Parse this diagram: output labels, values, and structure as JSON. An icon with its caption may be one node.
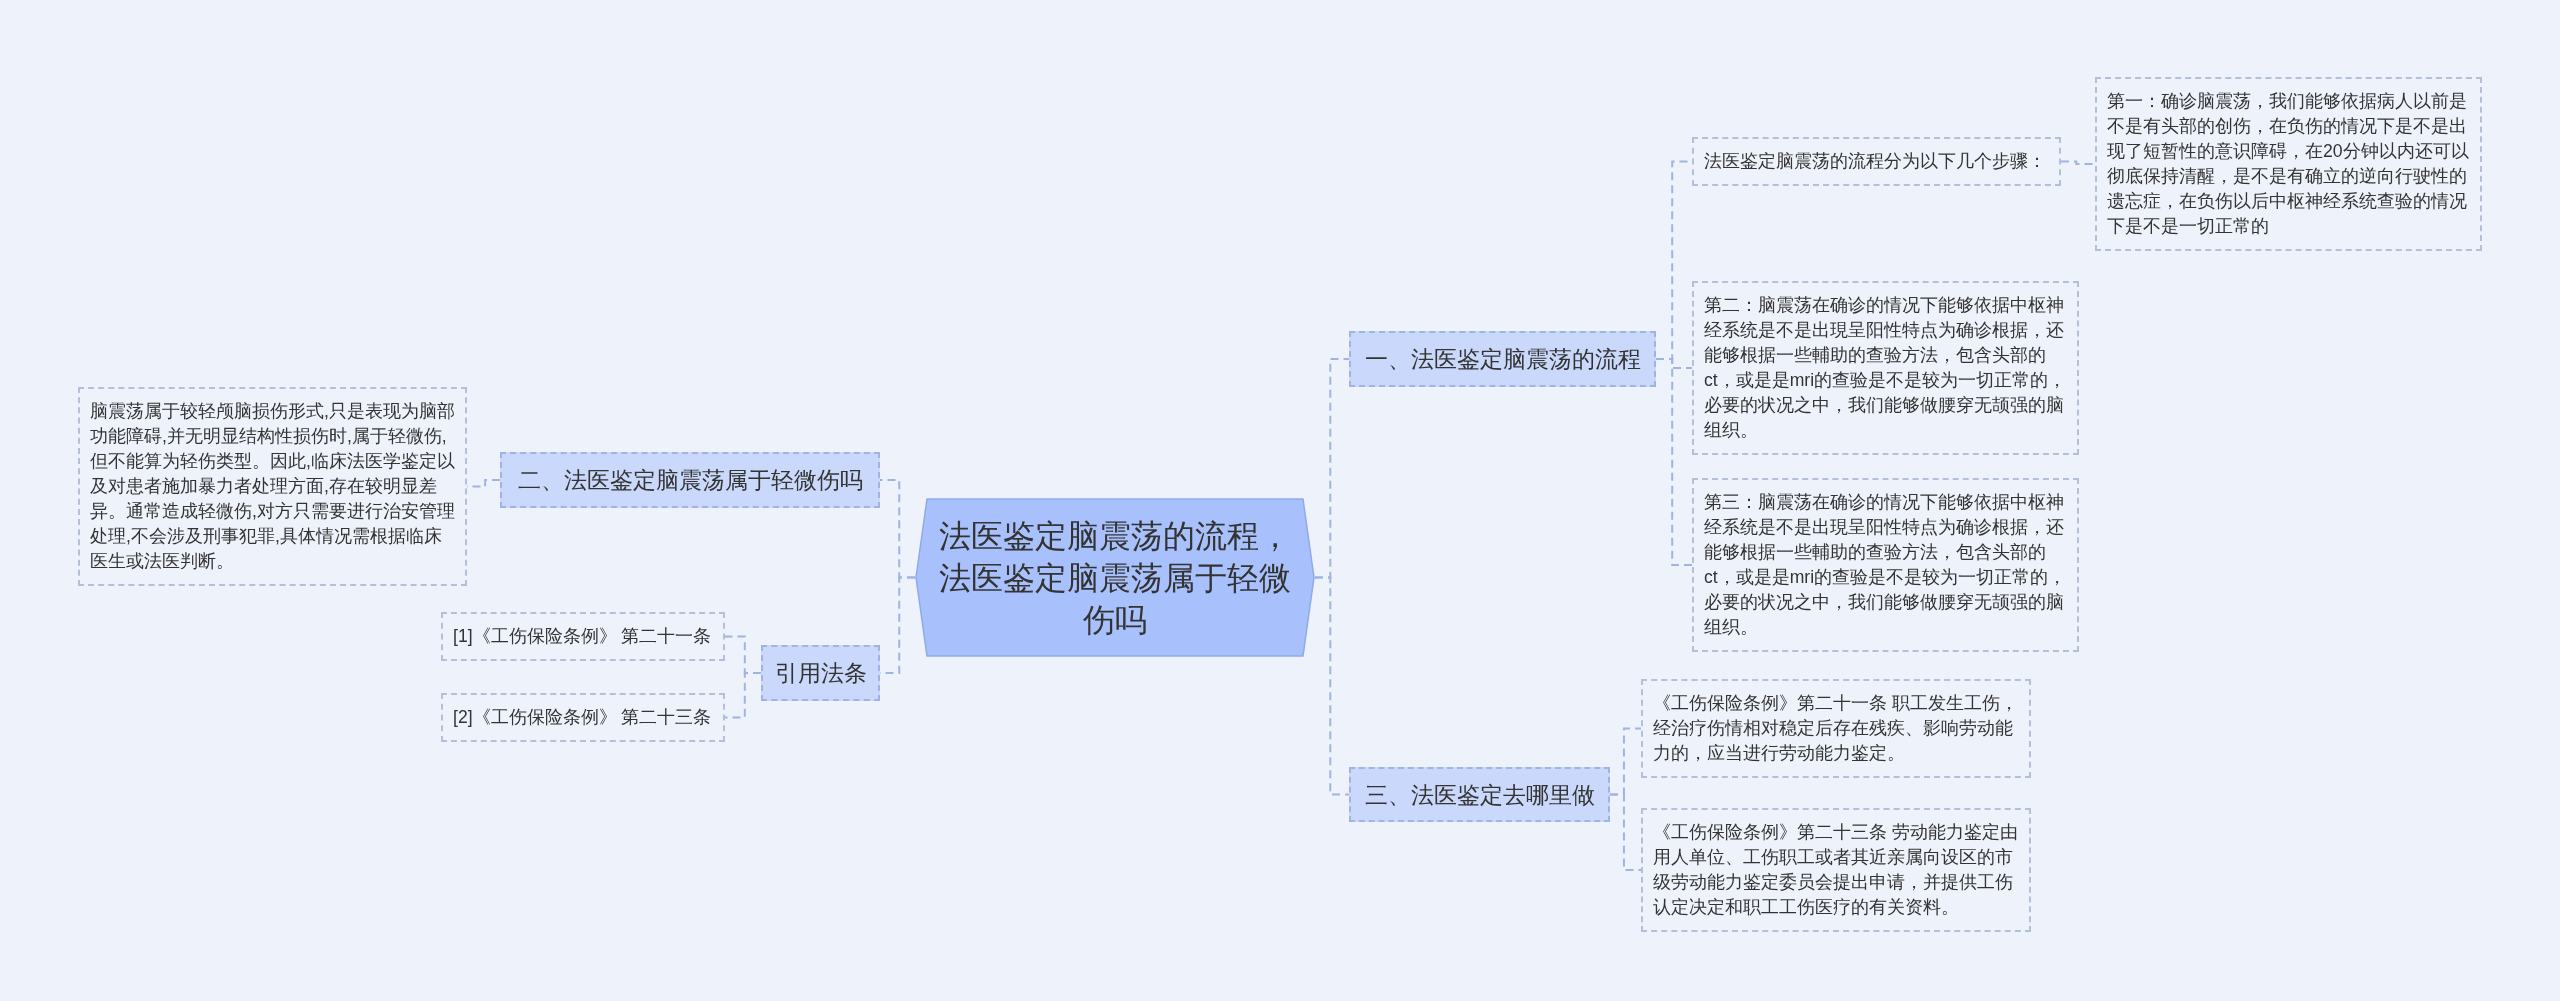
{
  "diagram": {
    "nodes": [
      {
        "text": [
          "法医鉴定脑震荡的流程，法医鉴定脑震荡属于轻微伤吗"
        ]
      },
      {
        "text": [
          "一、法医鉴定脑震荡的流程"
        ]
      },
      {
        "text": [
          "法医鉴定脑震荡的流程分为以下几个步骤："
        ]
      },
      {
        "text": [
          "第一：确诊脑震荡，我们能够依据病人以前是不是有头部的创伤，在负伤的情况下是不是出现了短暂性的意识障碍，在20分钟以内还可以彻底保持清醒，是不是有确立的逆向行驶性的遗忘症，在负伤以后中枢神经系统查验的情况下是不是一切正常的"
        ]
      },
      {
        "text": [
          "第二：脑震荡在确诊的情况下能够依据中枢神经系统是不是出現呈阳性特点为确诊根据，还能够根据一些輔助的查验方法，包含头部的ct，或是是mri的查验是不是较为一切正常的，必要的状况之中，我们能够做腰穿无颉强的脑组织。"
        ]
      },
      {
        "text": [
          "第三：脑震荡在确诊的情况下能够依据中枢神经系统是不是出現呈阳性特点为确诊根据，还能够根据一些輔助的查验方法，包含头部的ct，或是是mri的查验是不是较为一切正常的，必要的状况之中，我们能够做腰穿无颉强的脑组织。"
        ]
      },
      {
        "text": [
          "三、法医鉴定去哪里做"
        ]
      },
      {
        "text": [
          "《工伤保险条例》第二十一条 职工发生工伤，经治疗伤情相对稳定后存在残疾、影响劳动能力的，应当进行劳动能力鉴定。"
        ]
      },
      {
        "text": [
          "《工伤保险条例》第二十三条 劳动能力鉴定由用人单位、工伤职工或者其近亲属向设区的市级劳动能力鉴定委员会提出申请，并提供工伤认定决定和职工工伤医疗的有关资料。"
        ]
      },
      {
        "text": [
          "二、法医鉴定脑震荡属于轻微伤吗"
        ]
      },
      {
        "text": [
          "脑震荡属于较轻颅脑损伤形式,只是表现为脑部功能障碍,并无明显结构性损伤时,属于轻微伤,但不能算为轻伤类型。因此,临床法医学鉴定以及对患者施加暴力者处理方面,存在较明显差异。通常造成轻微伤,对方只需要进行治安管理处理,不会涉及刑事犯罪,具体情况需根据临床医生或法医判断。"
        ]
      },
      {
        "text": [
          "引用法条"
        ]
      },
      {
        "text": [
          "[1]《工伤保险条例》 第二十一条"
        ]
      },
      {
        "text": [
          "[2]《工伤保险条例》 第二十三条"
        ]
      }
    ],
    "edges": [
      {
        "from": 0,
        "to": 1,
        "arrow": "none"
      },
      {
        "from": 1,
        "to": 2,
        "arrow": "none"
      },
      {
        "from": 2,
        "to": 3,
        "arrow": "none"
      },
      {
        "from": 1,
        "to": 4,
        "arrow": "none"
      },
      {
        "from": 1,
        "to": 5,
        "arrow": "none"
      },
      {
        "from": 0,
        "to": 6,
        "arrow": "none"
      },
      {
        "from": 6,
        "to": 7,
        "arrow": "none"
      },
      {
        "from": 6,
        "to": 8,
        "arrow": "none"
      },
      {
        "from": 0,
        "to": 9,
        "arrow": "none"
      },
      {
        "from": 9,
        "to": 10,
        "arrow": "none"
      },
      {
        "from": 0,
        "to": 11,
        "arrow": "none"
      },
      {
        "from": 11,
        "to": 12,
        "arrow": "none"
      },
      {
        "from": 11,
        "to": 13,
        "arrow": "none"
      }
    ]
  }
}
